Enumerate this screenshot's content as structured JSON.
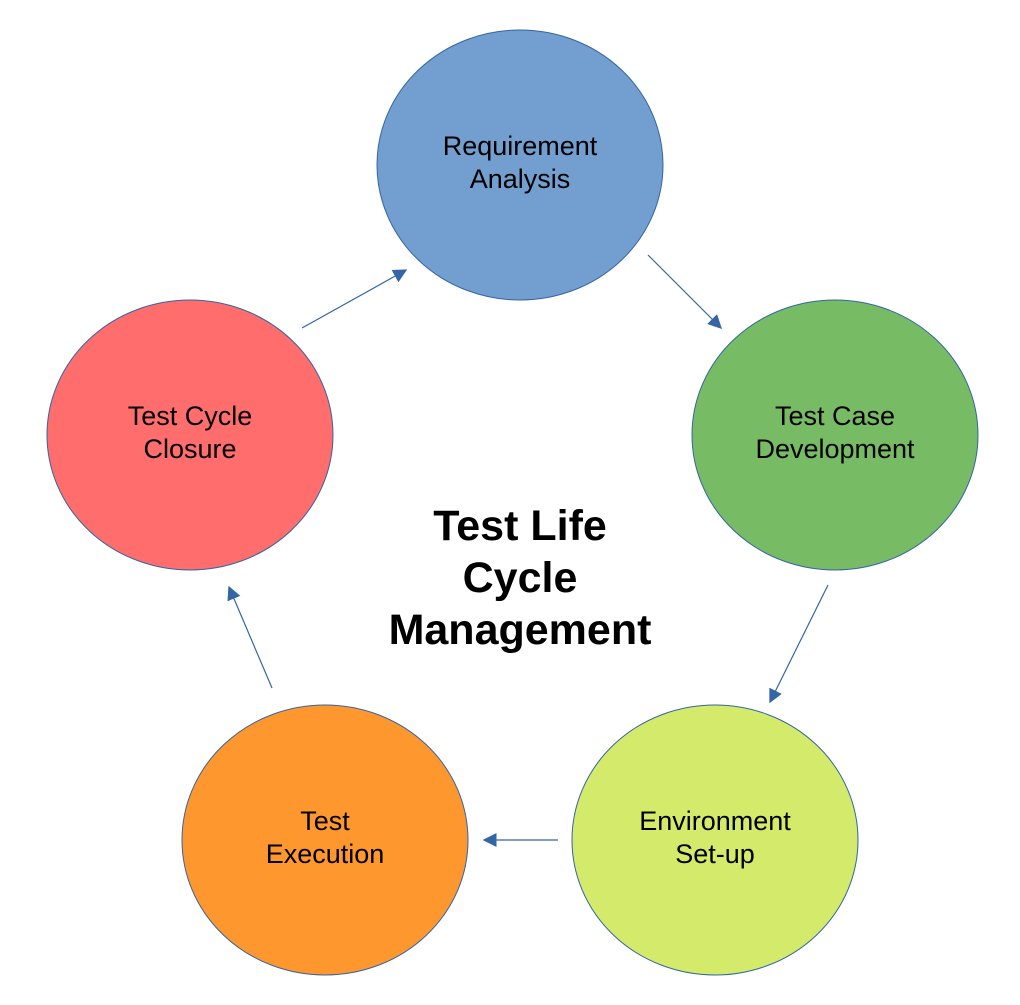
{
  "title_lines": [
    "Test Life",
    "Cycle",
    "Management"
  ],
  "stages": [
    {
      "id": "requirement-analysis",
      "lines": [
        "Requirement",
        "Analysis"
      ],
      "color": "#729fcf"
    },
    {
      "id": "test-case-development",
      "lines": [
        "Test Case",
        "Development"
      ],
      "color": "#77bc65"
    },
    {
      "id": "environment-set-up",
      "lines": [
        "Environment",
        "Set-up"
      ],
      "color": "#d4ea6b"
    },
    {
      "id": "test-execution",
      "lines": [
        "Test",
        "Execution"
      ],
      "color": "#ff972f"
    },
    {
      "id": "test-cycle-closure",
      "lines": [
        "Test Cycle",
        "Closure"
      ],
      "color": "#ff6d6d"
    }
  ],
  "edges": [
    {
      "from": "requirement-analysis",
      "to": "test-case-development"
    },
    {
      "from": "test-case-development",
      "to": "environment-set-up"
    },
    {
      "from": "environment-set-up",
      "to": "test-execution"
    },
    {
      "from": "test-execution",
      "to": "test-cycle-closure"
    },
    {
      "from": "test-cycle-closure",
      "to": "requirement-analysis"
    }
  ],
  "colors": {
    "arrow": "#3465a4",
    "circle_stroke": "#3465a4",
    "text": "#000000"
  }
}
